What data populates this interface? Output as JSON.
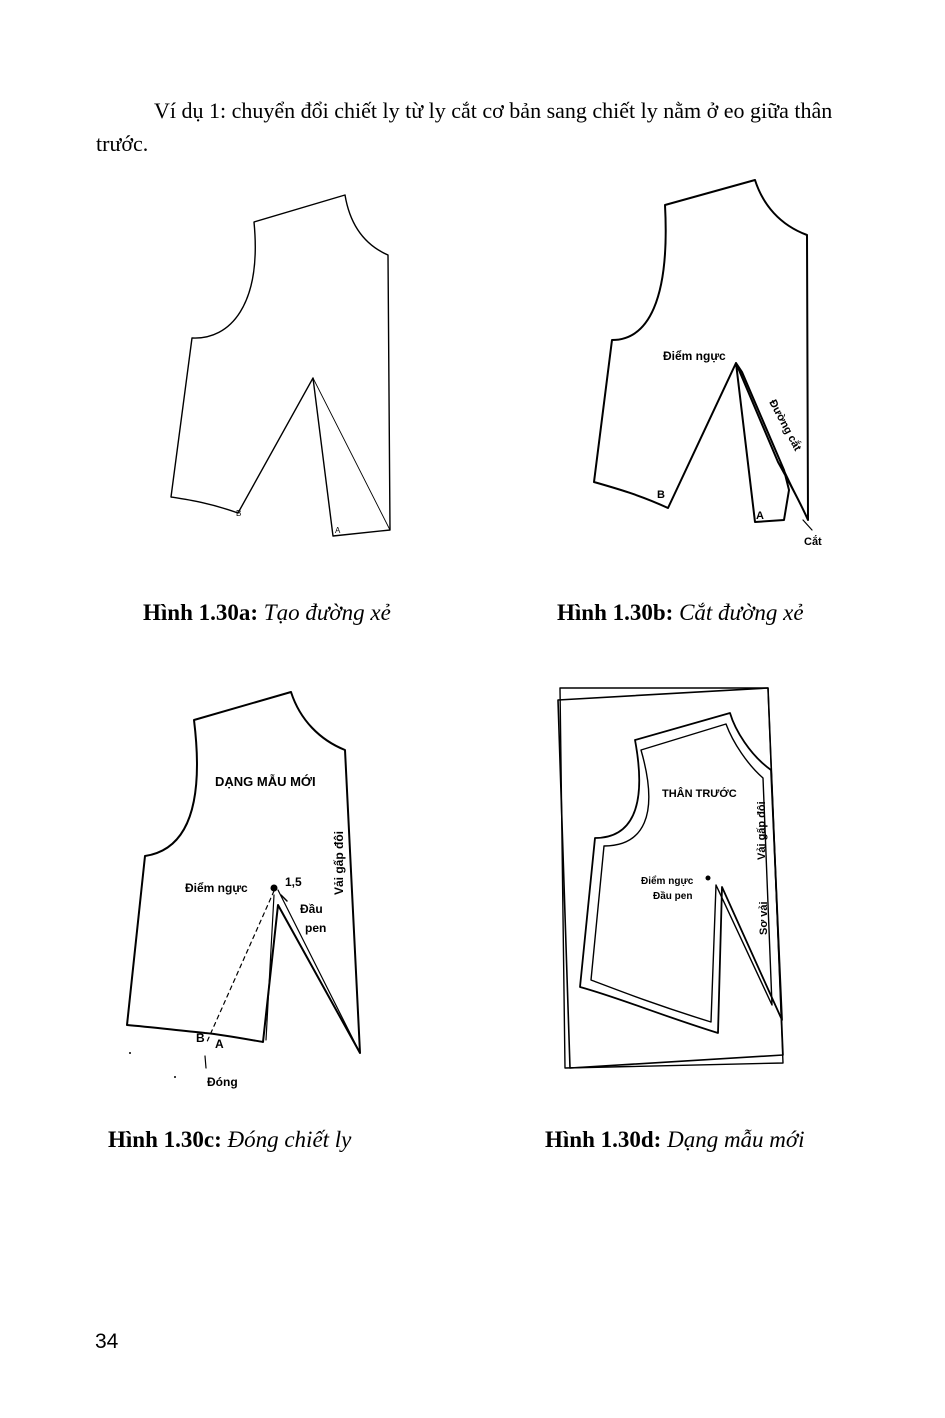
{
  "intro": {
    "text": "Ví dụ 1: chuyển đổi chiết ly từ ly cắt cơ bản sang chiết ly nằm ở eo giữa thân trước."
  },
  "figures": {
    "a": {
      "caption_bold": "Hình 1.30a:",
      "caption_italic": "Tạo đường xẻ",
      "label_b": "B",
      "label_a": "A"
    },
    "b": {
      "caption_bold": "Hình 1.30b:",
      "caption_italic": "Cắt đường xẻ",
      "label_bust": "Điểm ngực",
      "label_cutline": "Đường cắt",
      "label_b": "B",
      "label_a": "A",
      "label_cut": "Cắt"
    },
    "c": {
      "caption_bold": "Hình 1.30c:",
      "caption_italic": "Đóng chiết ly",
      "label_pattern": "DẠNG MẪU MỚI",
      "label_fold": "Vải gấp đôi",
      "label_bust": "Điểm ngực",
      "label_measure": "1,5",
      "label_dart_end_1": "Đầu",
      "label_dart_end_2": "pen",
      "label_b": "B",
      "label_a": "A",
      "label_close": "Đóng"
    },
    "d": {
      "caption_bold": "Hình 1.30d:",
      "caption_italic": "Dạng mẫu mới",
      "label_front": "THÂN TRƯỚC",
      "label_fold": "Vải gấp đôi",
      "label_bust": "Điểm ngực",
      "label_dart_end": "Đầu pen",
      "label_selvedge": "Sơ vải"
    }
  },
  "page_number": "34"
}
